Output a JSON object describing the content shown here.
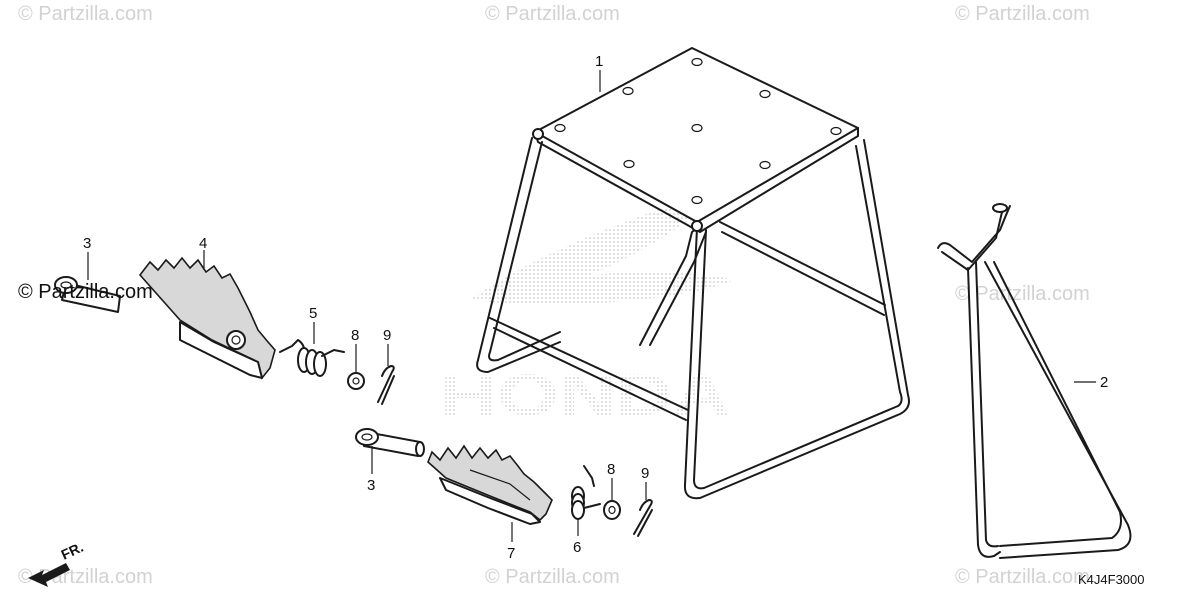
{
  "watermarks": {
    "top_left": "© Partzilla.com",
    "top_center": "© Partzilla.com",
    "top_right": "© Partzilla.com",
    "mid_left": "© Partzilla.com",
    "mid_right": "© Partzilla.com",
    "bottom_left": "© Partzilla.com",
    "bottom_center": "© Partzilla.com",
    "bottom_right": "© Partzilla.com"
  },
  "callouts": {
    "part_1": "1",
    "part_2": "2",
    "part_3_upper": "3",
    "part_3_lower": "3",
    "part_4": "4",
    "part_5": "5",
    "part_6": "6",
    "part_7": "7",
    "part_8_upper": "8",
    "part_8_lower": "8",
    "part_9_upper": "9",
    "part_9_lower": "9"
  },
  "diagram_code": "K4J4F3000",
  "direction_label": "FR.",
  "brand_logo_text": "HONDA",
  "colors": {
    "line": "#1a1a1a",
    "watermark": "#d2d2d2",
    "logo_halftone": "#cfcfcf"
  }
}
